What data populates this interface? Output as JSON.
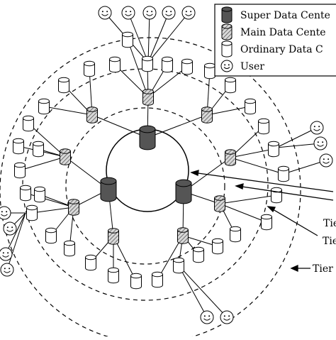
{
  "legend": {
    "super": "Super Data Cente",
    "main": "Main Data Cente",
    "ordinary": "Ordinary Data C",
    "user": "User"
  },
  "tier_labels": [
    "Tie",
    "Tie",
    "Tier"
  ],
  "colors": {
    "super_fill": "#555555",
    "main_fill": "#bdbdbd",
    "ordinary_fill": "#ffffff",
    "stroke": "#000000"
  }
}
